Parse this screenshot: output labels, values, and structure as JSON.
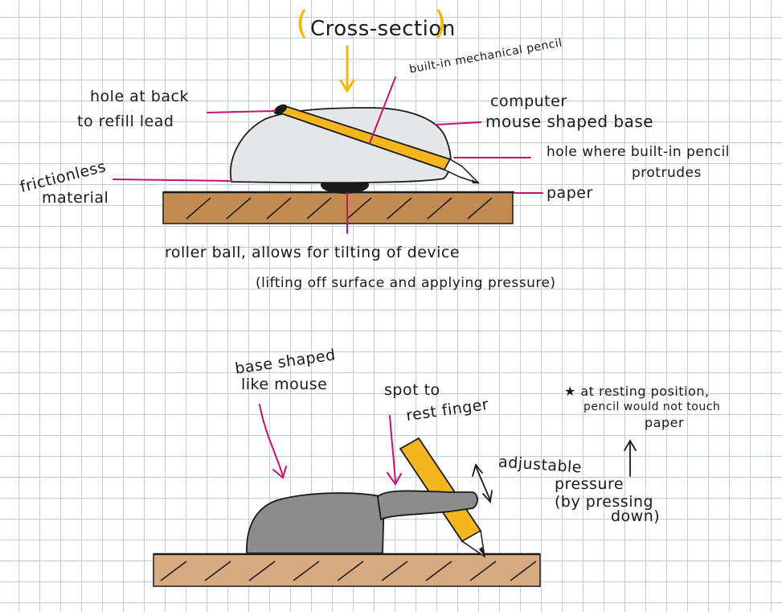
{
  "title": "Cross-section",
  "top_diagram": {
    "labels": {
      "pencil": "built-in mechanical pencil",
      "refill_line1": "hole at back",
      "refill_line2": "to refill lead",
      "base_line1": "computer",
      "base_line2": "mouse shaped base",
      "protrude_line1": "hole where built-in pencil",
      "protrude_line2": "protrudes",
      "frictionless_line1": "frictionless",
      "frictionless_line2": "material",
      "paper": "paper",
      "roller_line1": "roller ball, allows for tilting of device",
      "roller_line2": "(lifting off surface and applying pressure)"
    }
  },
  "bottom_diagram": {
    "labels": {
      "base_line1": "base shaped",
      "base_line2": "like mouse",
      "finger_line1": "spot to",
      "finger_line2": "rest finger",
      "pressure_line1": "adjustable",
      "pressure_line2": "pressure",
      "pressure_line3": "(by pressing",
      "pressure_line4": "down)",
      "rest_line1": "★ at resting position,",
      "rest_line2": "pencil would not touch",
      "rest_line3": "paper"
    }
  },
  "colors": {
    "grid": "#b9cfe3",
    "leader": "#c8106e",
    "accent": "#f5b800",
    "pencil": "#f4b51e",
    "wood": "#c28b52",
    "wood_light": "#d7aa82",
    "base_light": "#e4e6e8",
    "base_dark": "#8c8c8c"
  }
}
